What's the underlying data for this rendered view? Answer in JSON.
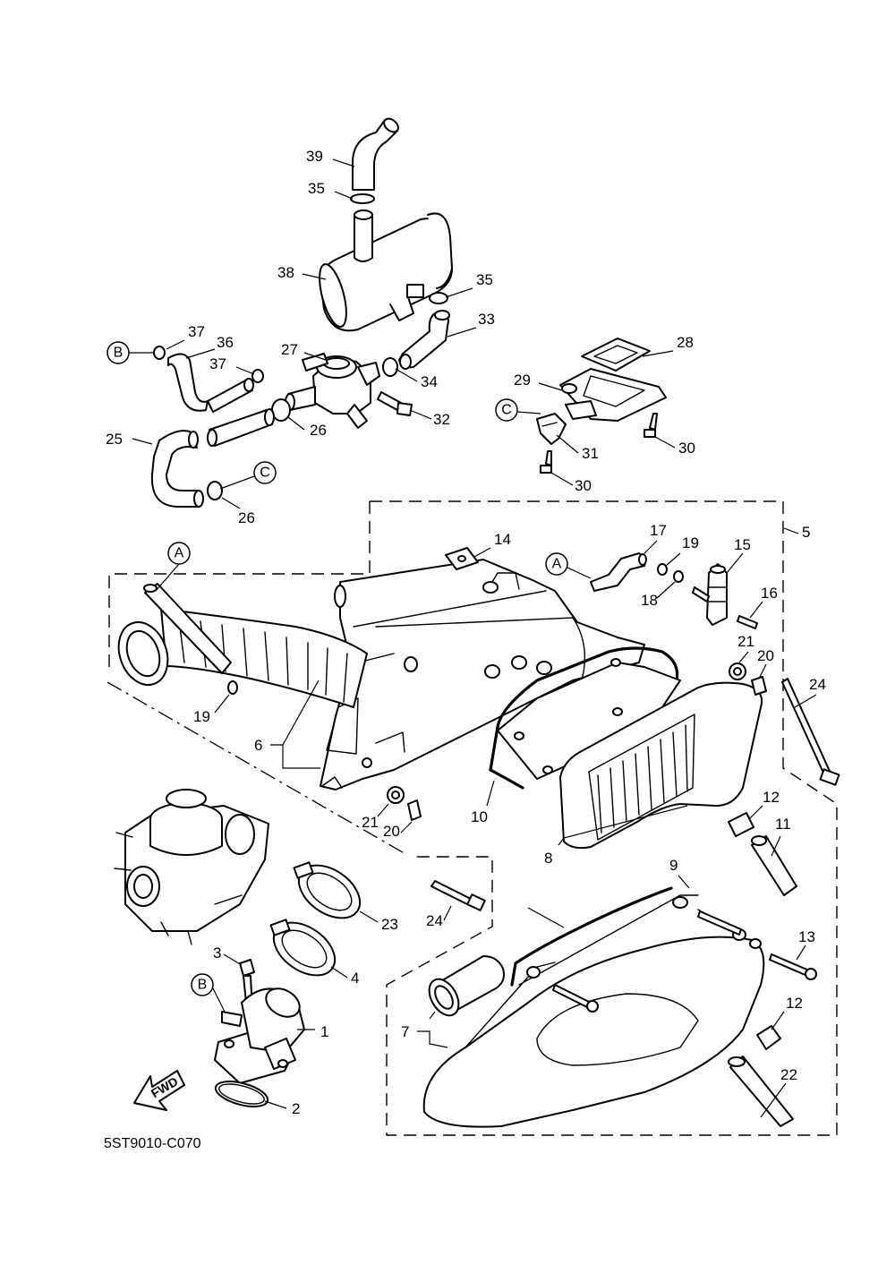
{
  "part_labels": [
    "1",
    "2",
    "3",
    "4",
    "5",
    "6",
    "7",
    "8",
    "9",
    "10",
    "11",
    "12",
    "12",
    "13",
    "14",
    "15",
    "16",
    "17",
    "18",
    "19",
    "19",
    "20",
    "20",
    "21",
    "21",
    "22",
    "23",
    "24",
    "24",
    "25",
    "26",
    "26",
    "27",
    "28",
    "29",
    "30",
    "30",
    "31",
    "32",
    "33",
    "34",
    "35",
    "35",
    "36",
    "37",
    "37",
    "38",
    "39"
  ],
  "reference_markers": [
    "A",
    "A",
    "B",
    "B",
    "C",
    "C"
  ],
  "fwd_arrow_label": "FWD",
  "diagram_code": "5ST9010-C070"
}
